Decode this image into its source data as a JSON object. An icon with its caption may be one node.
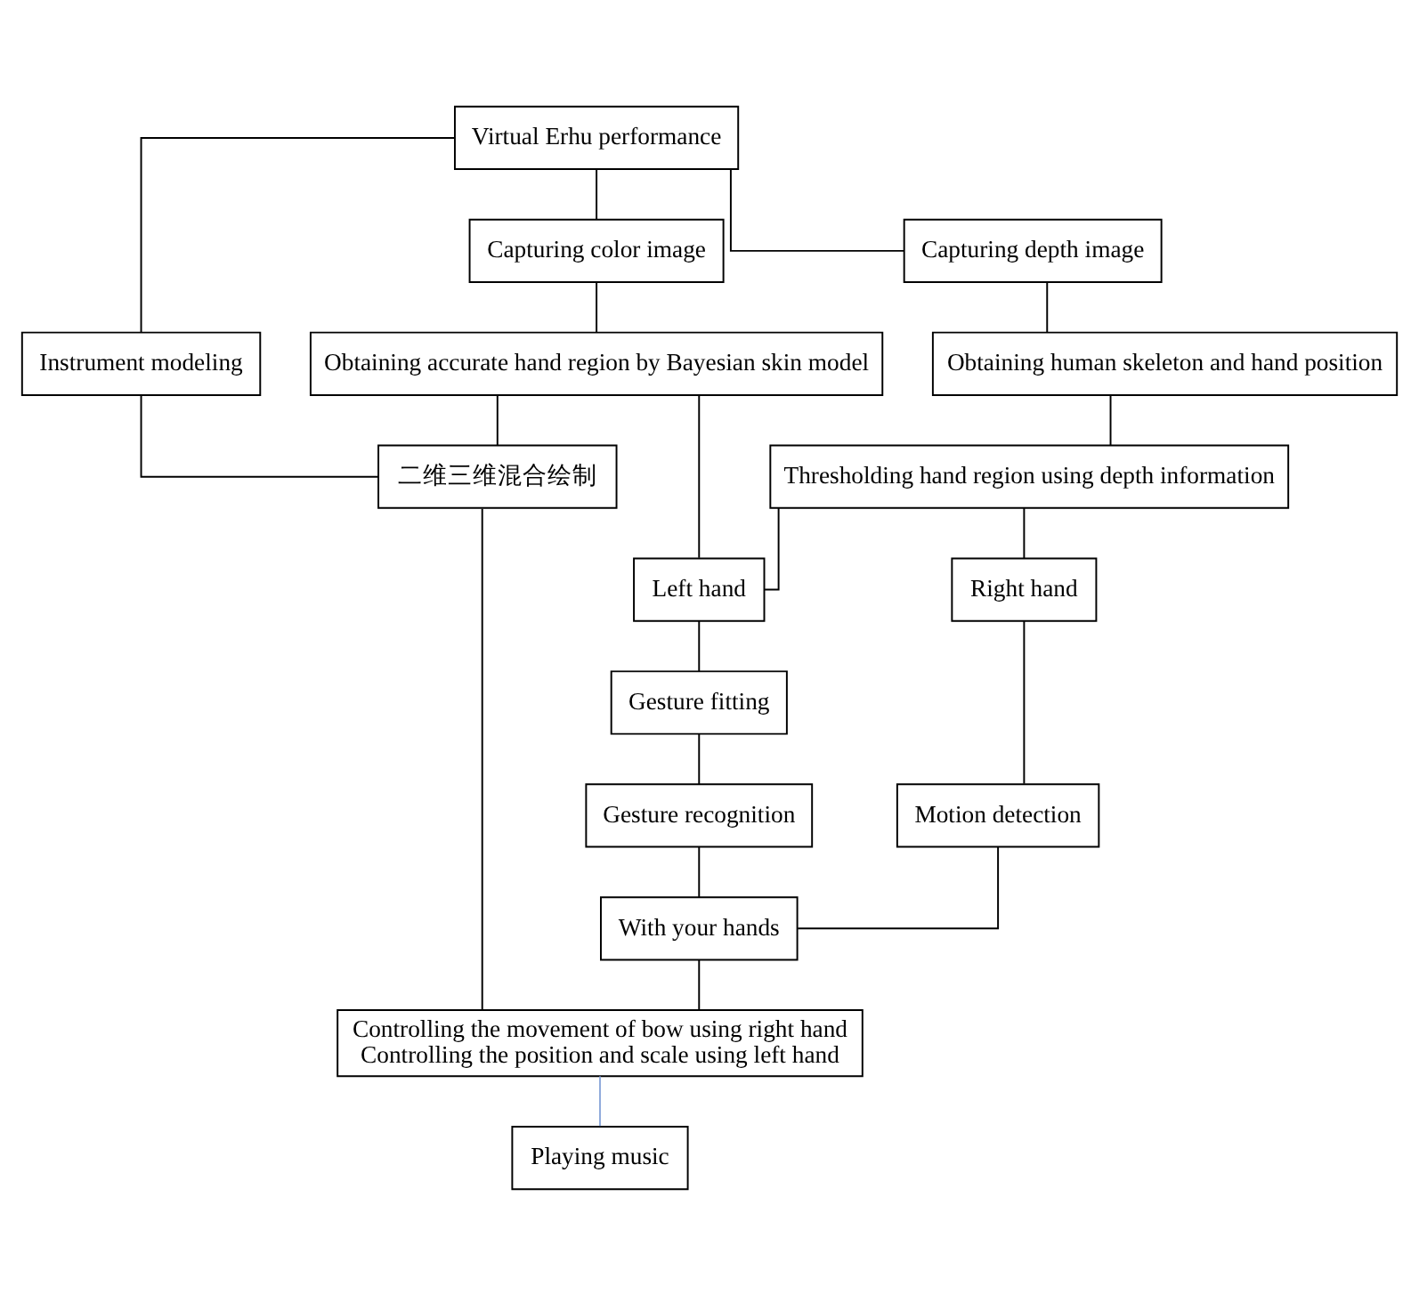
{
  "diagram": {
    "nodes": [
      {
        "text": [
          "Virtual Erhu performance"
        ]
      },
      {
        "text": [
          "Instrument modeling"
        ]
      },
      {
        "text": [
          "Capturing color image"
        ]
      },
      {
        "text": [
          "Capturing depth image"
        ]
      },
      {
        "text": [
          "Obtaining human skeleton and hand position"
        ]
      },
      {
        "text": [
          "Obtaining accurate hand region by Bayesian skin model"
        ]
      },
      {
        "text": [
          "Thresholding hand region using depth information"
        ]
      },
      {
        "text": [
          "Left hand"
        ]
      },
      {
        "text": [
          "Right hand"
        ]
      },
      {
        "text": [
          "二维三维混合绘制"
        ]
      },
      {
        "text": [
          "Gesture fitting"
        ]
      },
      {
        "text": [
          "Motion detection"
        ]
      },
      {
        "text": [
          "Gesture recognition"
        ]
      },
      {
        "text": [
          "With your hands"
        ]
      },
      {
        "text": [
          "Controlling the movement of bow using right hand",
          "Controlling the position and scale using left hand"
        ]
      },
      {
        "text": [
          "Playing music"
        ]
      }
    ],
    "edges": [
      {
        "from": 0,
        "to": 1,
        "arrow": "none"
      },
      {
        "from": 0,
        "to": 2,
        "arrow": "none"
      },
      {
        "from": 0,
        "to": 3,
        "arrow": "none"
      },
      {
        "from": 3,
        "to": 4,
        "arrow": "none"
      },
      {
        "from": 4,
        "to": 6,
        "arrow": "none"
      },
      {
        "from": 2,
        "to": 5,
        "arrow": "none"
      },
      {
        "from": 5,
        "to": 7,
        "arrow": "none"
      },
      {
        "from": 6,
        "to": 7,
        "arrow": "none"
      },
      {
        "from": 6,
        "to": 8,
        "arrow": "none"
      },
      {
        "from": 1,
        "to": 9,
        "arrow": "none"
      },
      {
        "from": 5,
        "to": 9,
        "arrow": "none"
      },
      {
        "from": 7,
        "to": 10,
        "arrow": "none"
      },
      {
        "from": 8,
        "to": 11,
        "arrow": "none"
      },
      {
        "from": 10,
        "to": 12,
        "arrow": "none"
      },
      {
        "from": 12,
        "to": 13,
        "arrow": "none"
      },
      {
        "from": 11,
        "to": 13,
        "arrow": "none"
      },
      {
        "from": 9,
        "to": 14,
        "arrow": "none"
      },
      {
        "from": 13,
        "to": 14,
        "arrow": "none"
      },
      {
        "from": 14,
        "to": 15,
        "arrow": "none",
        "color": "#8eaadb"
      }
    ]
  }
}
